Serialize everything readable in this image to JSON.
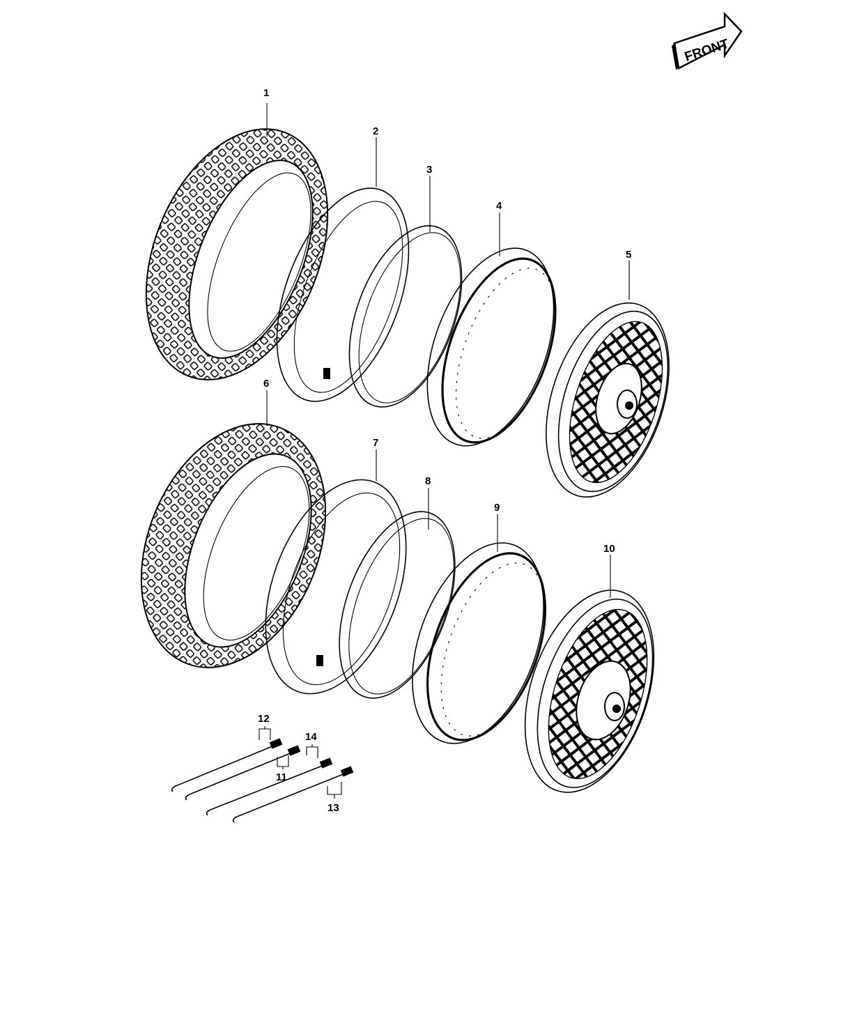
{
  "front_label": "FRONT",
  "callouts": [
    {
      "id": "1",
      "text": "1"
    },
    {
      "id": "2",
      "text": "2"
    },
    {
      "id": "3",
      "text": "3"
    },
    {
      "id": "4",
      "text": "4"
    },
    {
      "id": "5",
      "text": "5"
    },
    {
      "id": "6",
      "text": "6"
    },
    {
      "id": "7",
      "text": "7"
    },
    {
      "id": "8",
      "text": "8"
    },
    {
      "id": "9",
      "text": "9"
    },
    {
      "id": "10",
      "text": "10"
    },
    {
      "id": "11",
      "text": "11"
    },
    {
      "id": "12",
      "text": "12"
    },
    {
      "id": "13",
      "text": "13"
    },
    {
      "id": "14",
      "text": "14"
    }
  ]
}
